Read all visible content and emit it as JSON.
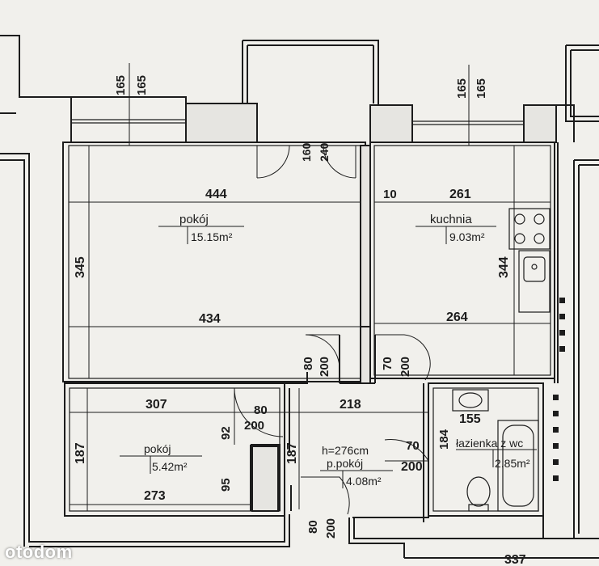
{
  "rooms": {
    "living_room": {
      "name": "pokój",
      "area": "15.15m²"
    },
    "kitchen": {
      "name": "kuchnia",
      "area": "9.03m²"
    },
    "small_room": {
      "name": "pokój",
      "area": "5.42m²"
    },
    "hall": {
      "height": "h=276cm",
      "name": "p.pokój",
      "area": "4.08m²"
    },
    "bathroom": {
      "name": "łazienka z wc",
      "area": "2.85m²"
    }
  },
  "dimensions": {
    "w165a": "165",
    "w165b": "165",
    "w165c": "165",
    "w165d": "165",
    "balcony_door_a": "160",
    "balcony_door_b": "240",
    "living_top": "444",
    "wall_10": "10",
    "kitchen_top": "261",
    "living_side": "345",
    "kitchen_side": "344",
    "living_bottom": "434",
    "kitchen_bottom": "264",
    "door_80a": "80",
    "door_200a": "200",
    "door_70a": "70",
    "door_200b": "200",
    "small_top": "307",
    "door_80b": "80",
    "door_200c": "200",
    "hall_top": "218",
    "bath_155": "155",
    "small_side": "187",
    "hall_92": "92",
    "hall_187": "187",
    "bath_184": "184",
    "bath_door_70": "70",
    "bath_door_200": "200",
    "hall_95": "95",
    "small_bottom": "273",
    "entry_80": "80",
    "entry_200": "200",
    "bottom_right": "337"
  },
  "watermark": "otodom",
  "colors": {
    "paper": "#f1f0ec",
    "ink": "#1c1c1c"
  }
}
